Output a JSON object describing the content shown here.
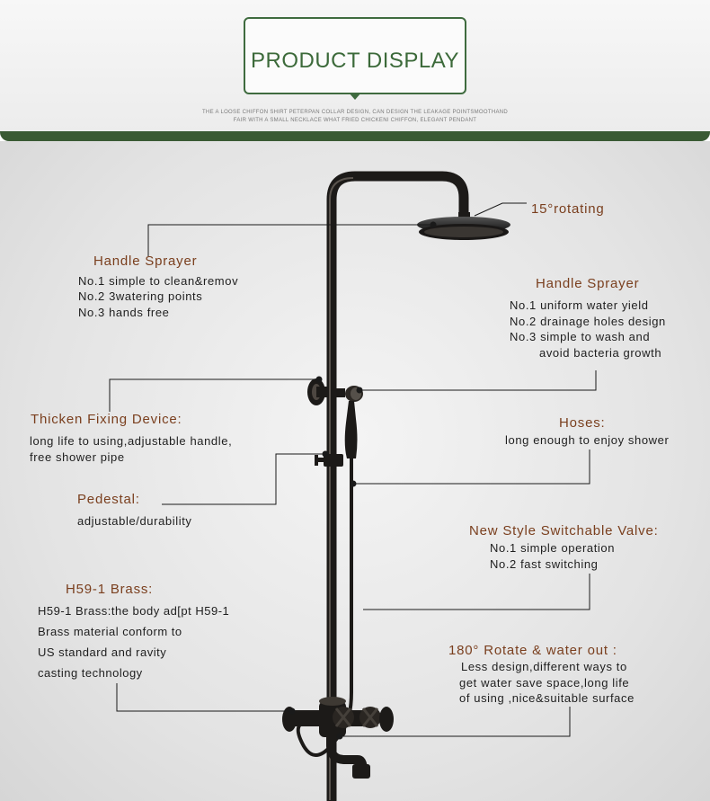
{
  "header": {
    "title": "PRODUCT DISPLAY",
    "subtitle_line1": "THE A LOOSE CHIFFON SHIRT PETERPAN COLLAR DESIGN, CAN DESIGN THE LEAKAGE POINTSMOOTHAND",
    "subtitle_line2": "FAIR WITH A SMALL NECKLACE WHAT FRIED CHICKENI CHIFFON, ELEGANT PENDANT"
  },
  "annotations": {
    "rotating": {
      "label": "15°rotating"
    },
    "handle_sprayer_left": {
      "title": "Handle Sprayer",
      "lines": [
        "No.1 simple to clean&remov",
        "No.2 3watering points",
        "No.3 hands free"
      ]
    },
    "handle_sprayer_right": {
      "title": "Handle Sprayer",
      "lines": [
        "No.1 uniform water yield",
        "No.2 drainage holes design",
        "No.3 simple to wash and",
        "avoid bacteria growth"
      ]
    },
    "fixing_device": {
      "title": "Thicken Fixing Device:",
      "lines": [
        "long life to using,adjustable handle,",
        "free shower pipe"
      ]
    },
    "hoses": {
      "title": "Hoses:",
      "lines": [
        "long enough to enjoy shower"
      ]
    },
    "pedestal": {
      "title": "Pedestal:",
      "lines": [
        "adjustable/durability"
      ]
    },
    "valve": {
      "title": "New Style Switchable Valve:",
      "lines": [
        "No.1 simple operation",
        "No.2 fast switching"
      ]
    },
    "brass": {
      "title": "H59-1 Brass:",
      "lines": [
        "H59-1 Brass:the body ad[pt H59-1",
        "Brass material conform to",
        "US standard and ravity",
        "casting technology"
      ]
    },
    "rotate": {
      "title": "180° Rotate & water out :",
      "lines": [
        "Less design,different ways to",
        "get water save space,long life",
        "of using ,nice&suitable surface"
      ]
    }
  },
  "colors": {
    "brand_green": "#3f6b3f",
    "heading_brown": "#7a3f1e",
    "fixture_dark": "#1c1a18"
  }
}
